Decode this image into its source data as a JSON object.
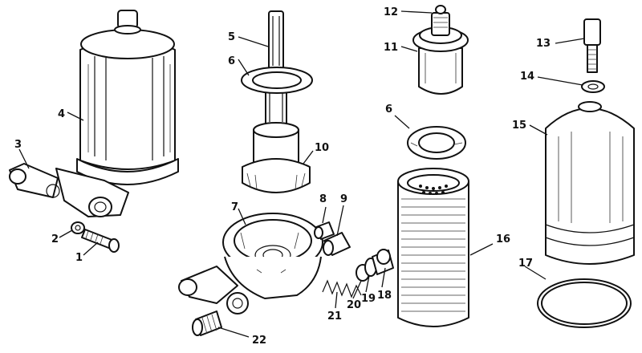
{
  "figure": {
    "labels": [
      "1",
      "2",
      "3",
      "4",
      "5",
      "6",
      "6",
      "7",
      "8",
      "9",
      "10",
      "11",
      "12",
      "13",
      "14",
      "15",
      "16",
      "17",
      "18",
      "19",
      "20",
      "21",
      "22"
    ]
  }
}
